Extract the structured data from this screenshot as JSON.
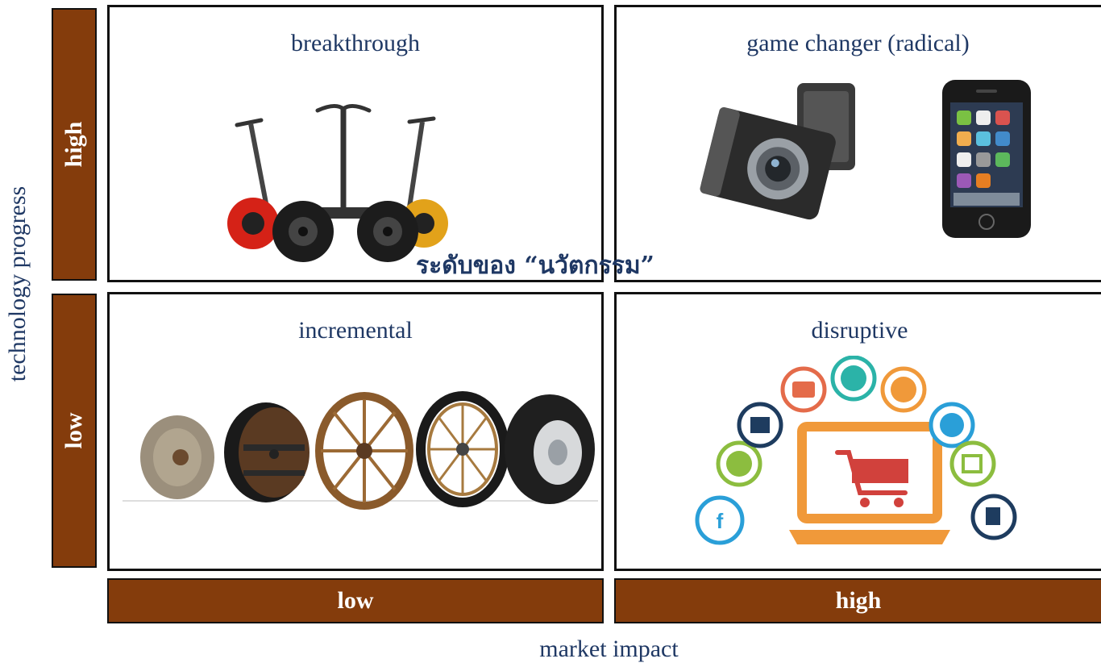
{
  "y_axis_title": "technology progress",
  "x_axis_title": "market impact",
  "row_labels": {
    "high": "high",
    "low": "low"
  },
  "col_labels": {
    "low": "low",
    "high": "high"
  },
  "quadrants": {
    "breakthrough": {
      "title": "breakthrough"
    },
    "game_changer": {
      "title": "game changer (radical)"
    },
    "incremental": {
      "title": "incremental"
    },
    "disruptive": {
      "title": "disruptive"
    }
  },
  "center_caption": "ระดับของ “นวัตกรรม”",
  "colors": {
    "label_fill": "#843C0C",
    "title_text": "#1F3864",
    "border": "#111111",
    "cart_orange": "#F0993A"
  }
}
